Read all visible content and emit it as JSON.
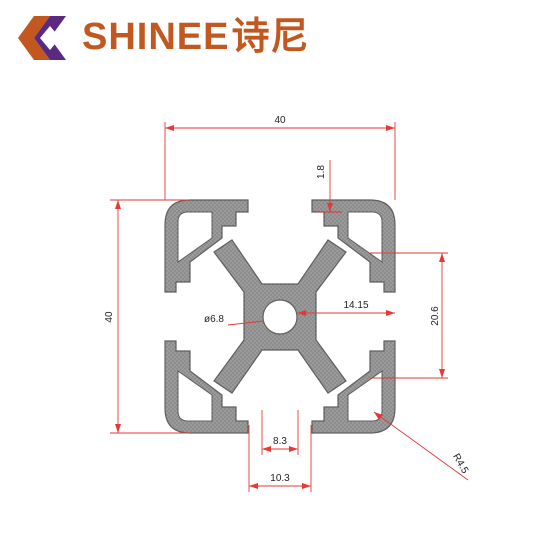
{
  "brand": {
    "name_latin": "SHINEE",
    "name_cn": "诗尼",
    "color": "#c2581f",
    "mark_color": "#5a2a82"
  },
  "profile": {
    "fill": "#8a8a8a",
    "stroke": "#666666"
  },
  "dimensions": {
    "width": "40",
    "height": "40",
    "lip": "1.8",
    "bore": "ø6.8",
    "offset": "14.15",
    "slot_depth": "20.6",
    "slot_opening": "8.3",
    "slot_width": "10.3",
    "radius": "R4.5"
  },
  "dim_color": "#e53935"
}
